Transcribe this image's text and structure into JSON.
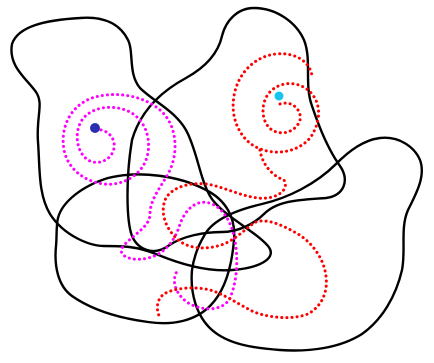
{
  "colors": {
    "background": "#ffffff",
    "outline": "#000000",
    "magenta_spiral": "#ff00ff",
    "red_spiral": "#ff0000",
    "left_dot": "#2a2fb0",
    "right_dot": "#16c4f0"
  },
  "shapes": [
    {
      "name": "outline-left-region",
      "kind": "closed-curve",
      "color": "outline",
      "style": "solid"
    },
    {
      "name": "outline-right-region",
      "kind": "closed-curve",
      "color": "outline",
      "style": "solid"
    },
    {
      "name": "outline-bottom-left-region",
      "kind": "closed-curve",
      "color": "outline",
      "style": "solid"
    },
    {
      "name": "outline-bottom-right-region",
      "kind": "closed-curve",
      "color": "outline",
      "style": "solid"
    },
    {
      "name": "magenta-dotted-spiral",
      "kind": "spiral-path",
      "color": "magenta_spiral",
      "style": "dotted"
    },
    {
      "name": "red-dotted-spiral",
      "kind": "spiral-path",
      "color": "red_spiral",
      "style": "dotted"
    },
    {
      "name": "left-spiral-center-dot",
      "kind": "dot",
      "color": "left_dot"
    },
    {
      "name": "right-spiral-center-dot",
      "kind": "dot",
      "color": "right_dot"
    }
  ]
}
